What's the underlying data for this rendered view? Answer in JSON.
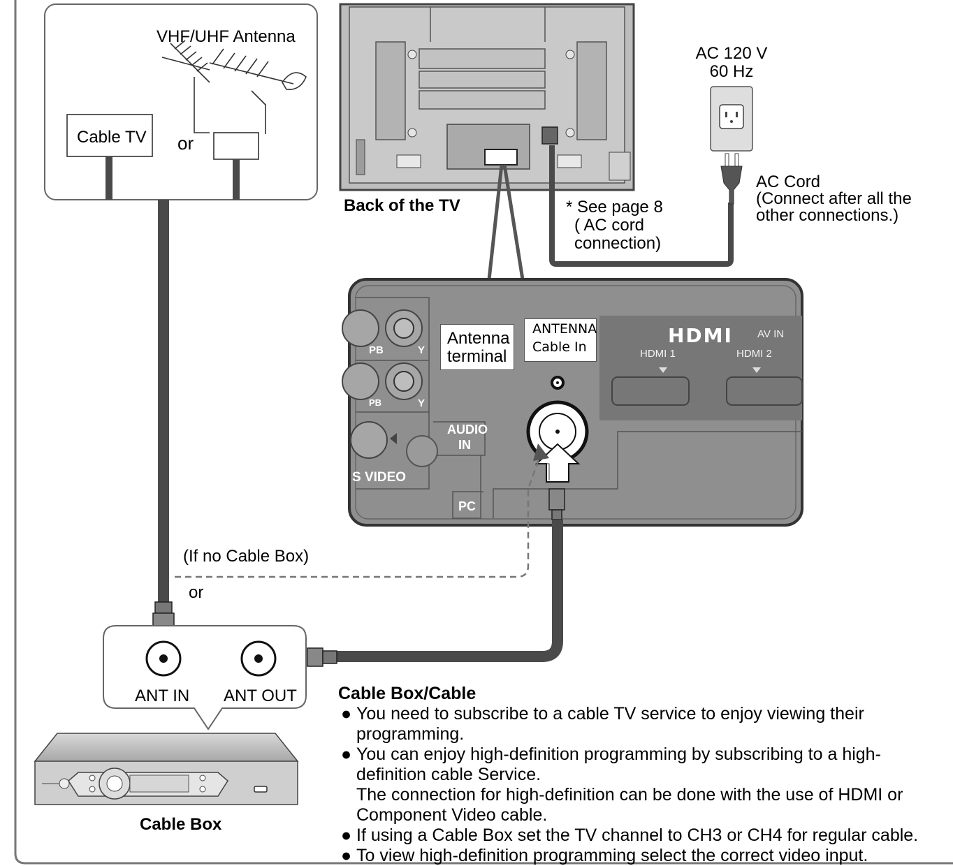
{
  "antenna_panel": {
    "antenna_label": "VHF/UHF Antenna",
    "cable_tv_label": "Cable TV",
    "or_label": "or"
  },
  "tv_back": {
    "caption": "Back of the TV"
  },
  "power": {
    "outlet_label_line1": "AC 120 V",
    "outlet_label_line2": "60 Hz",
    "cord_label": "AC Cord",
    "cord_note_line1": "(Connect after all the",
    "cord_note_line2": "other connections.)",
    "see_page_line1": "* See page 8",
    "see_page_line2": "( AC cord",
    "see_page_line3": "connection)"
  },
  "terminal_panel": {
    "antenna_terminal_line1": "Antenna",
    "antenna_terminal_line2": "terminal",
    "antenna_cable_in_line1": "ANTENNA",
    "antenna_cable_in_line2": "Cable  In",
    "hdmi_logo": "HDMI",
    "av_in": "AV IN",
    "hdmi1": "HDMI 1",
    "hdmi2": "HDMI 2",
    "pb": "PB",
    "pb2": "PB",
    "y1": "Y",
    "y2": "Y",
    "audio_in_line1": "AUDIO",
    "audio_in_line2": "IN",
    "s_video": "S VIDEO",
    "pc": "PC"
  },
  "routing": {
    "no_cable_box": "(If no Cable Box)",
    "or_label": "or"
  },
  "cable_box": {
    "ant_in": "ANT IN",
    "ant_out": "ANT OUT",
    "caption": "Cable Box"
  },
  "notes": {
    "heading": "Cable Box/Cable",
    "bullet": "●",
    "items": [
      {
        "line1": "You need to subscribe to a cable TV service to enjoy viewing their",
        "line2": "programming."
      },
      {
        "line1": "You can enjoy high-definition programming by subscribing to a high-",
        "line2": "definition cable Service.",
        "line3": "The connection for high-definition can be done with the use of HDMI or",
        "line4": "Component Video cable."
      },
      {
        "line1": "If using a Cable Box set the TV channel to CH3 or CH4 for regular cable."
      },
      {
        "line1": "To view high-definition programming select the correct video input."
      }
    ]
  },
  "colors": {
    "panel_gray": "#8f8f8f",
    "cable_dark": "#4a4a4a",
    "tv_gray": "#bdbdbd",
    "outline": "#555555"
  }
}
